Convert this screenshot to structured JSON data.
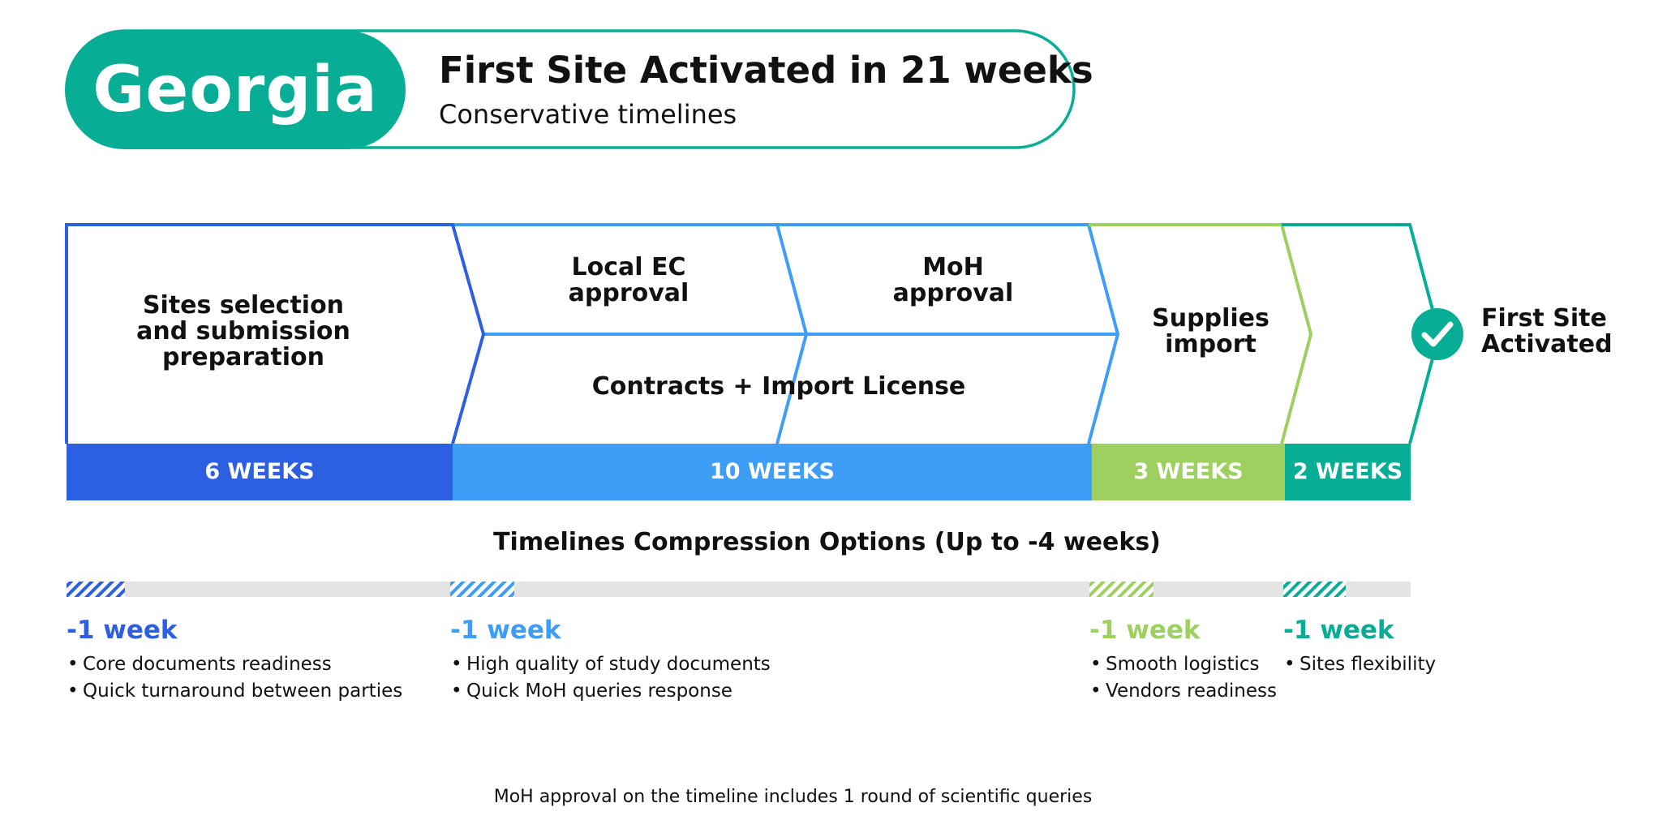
{
  "header": {
    "country": "Georgia",
    "title": "First Site Activated in 21 weeks",
    "subtitle": "Conservative timelines"
  },
  "stages": {
    "site_selection": [
      "Sites selection",
      "and submission",
      "preparation"
    ],
    "local_ec": [
      "Local EC",
      "approval"
    ],
    "moh": [
      "MoH",
      "approval"
    ],
    "contracts": "Contracts + Import License",
    "supplies": [
      "Supplies",
      "import"
    ],
    "final": [
      "First Site",
      "Activated"
    ]
  },
  "durations": [
    {
      "label": "6 WEEKS",
      "weeks": 6,
      "color": "#2D5FE3"
    },
    {
      "label": "10 WEEKS",
      "weeks": 10,
      "color": "#3D9DF7"
    },
    {
      "label": "3 WEEKS",
      "weeks": 3,
      "color": "#9ED05F"
    },
    {
      "label": "2 WEEKS",
      "weeks": 2,
      "color": "#08AD95"
    }
  ],
  "compression": {
    "title": "Timelines Compression Options (Up to -4 weeks)",
    "options": [
      {
        "title": "-1 week",
        "color": "#2D5FE3",
        "bullets": [
          "Core documents readiness",
          "Quick turnaround between parties"
        ]
      },
      {
        "title": "-1 week",
        "color": "#3D9DF7",
        "bullets": [
          "High quality of study documents",
          "Quick MoH queries response"
        ]
      },
      {
        "title": "-1 week",
        "color": "#9ED05F",
        "bullets": [
          "Smooth logistics",
          "Vendors readiness"
        ]
      },
      {
        "title": "-1 week",
        "color": "#08AD95",
        "bullets": [
          "Sites flexibility"
        ]
      }
    ]
  },
  "footnote": "MoH approval on the timeline includes 1 round of scientific queries",
  "icons": {
    "final": "check-circle-icon"
  },
  "colors": {
    "track": "#E4E4E4",
    "accent": "#08AD95"
  }
}
